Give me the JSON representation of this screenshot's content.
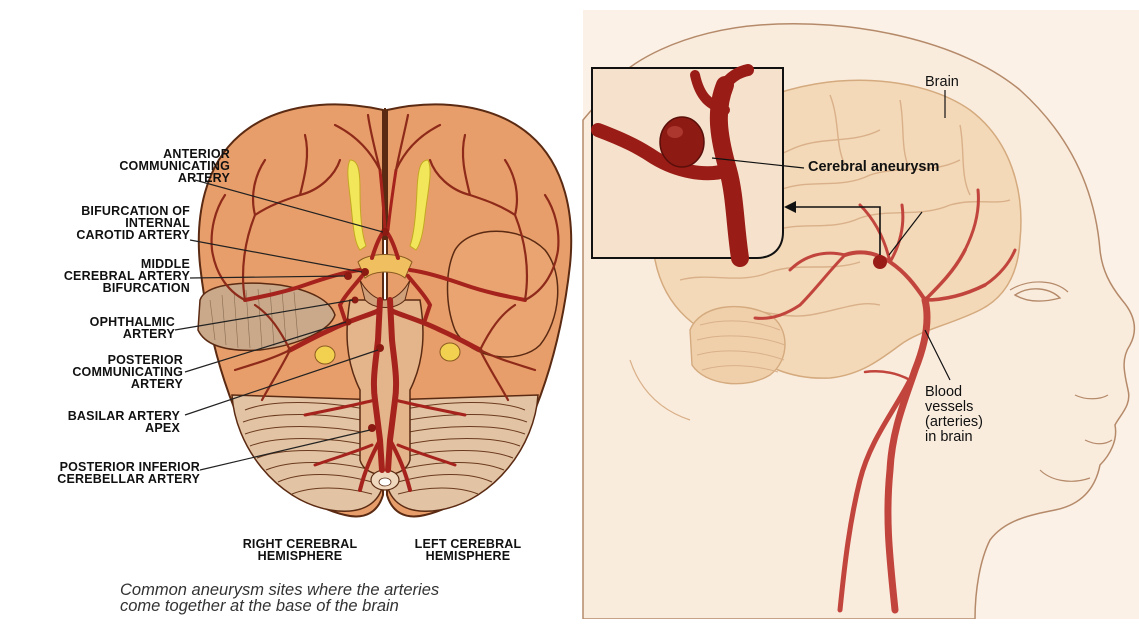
{
  "left_figure": {
    "labels": [
      {
        "id": "aca",
        "lines": [
          "ANTERIOR",
          "COMMUNICATING",
          "ARTERY"
        ]
      },
      {
        "id": "ica",
        "lines": [
          "BIFURCATION OF",
          "INTERNAL",
          "CAROTID ARTERY"
        ]
      },
      {
        "id": "mca",
        "lines": [
          "MIDDLE",
          "CEREBRAL ARTERY",
          "BIFURCATION"
        ]
      },
      {
        "id": "oph",
        "lines": [
          "OPHTHALMIC",
          "ARTERY"
        ]
      },
      {
        "id": "pcom",
        "lines": [
          "POSTERIOR",
          "COMMUNICATING",
          "ARTERY"
        ]
      },
      {
        "id": "basilar",
        "lines": [
          "BASILAR ARTERY",
          "APEX"
        ]
      },
      {
        "id": "pica",
        "lines": [
          "POSTERIOR INFERIOR",
          "CEREBELLAR ARTERY"
        ]
      }
    ],
    "hemispheres": {
      "right": [
        "RIGHT CEREBRAL",
        "HEMISPHERE"
      ],
      "left": [
        "LEFT CEREBRAL",
        "HEMISPHERE"
      ]
    },
    "caption": [
      "Common aneurysm sites where the arteries",
      "come together at the base of the brain"
    ]
  },
  "right_figure": {
    "brain": "Brain",
    "aneurysm": "Cerebral aneurysm",
    "vessels": [
      "Blood",
      "vessels",
      "(arteries)",
      "in brain"
    ]
  },
  "colors": {
    "brain_orange": "#e89e6a",
    "artery_red": "#a5231c",
    "yellow": "#f2e65a",
    "skin": "#fbf1e6",
    "brain_tan": "#f3d9b8"
  }
}
